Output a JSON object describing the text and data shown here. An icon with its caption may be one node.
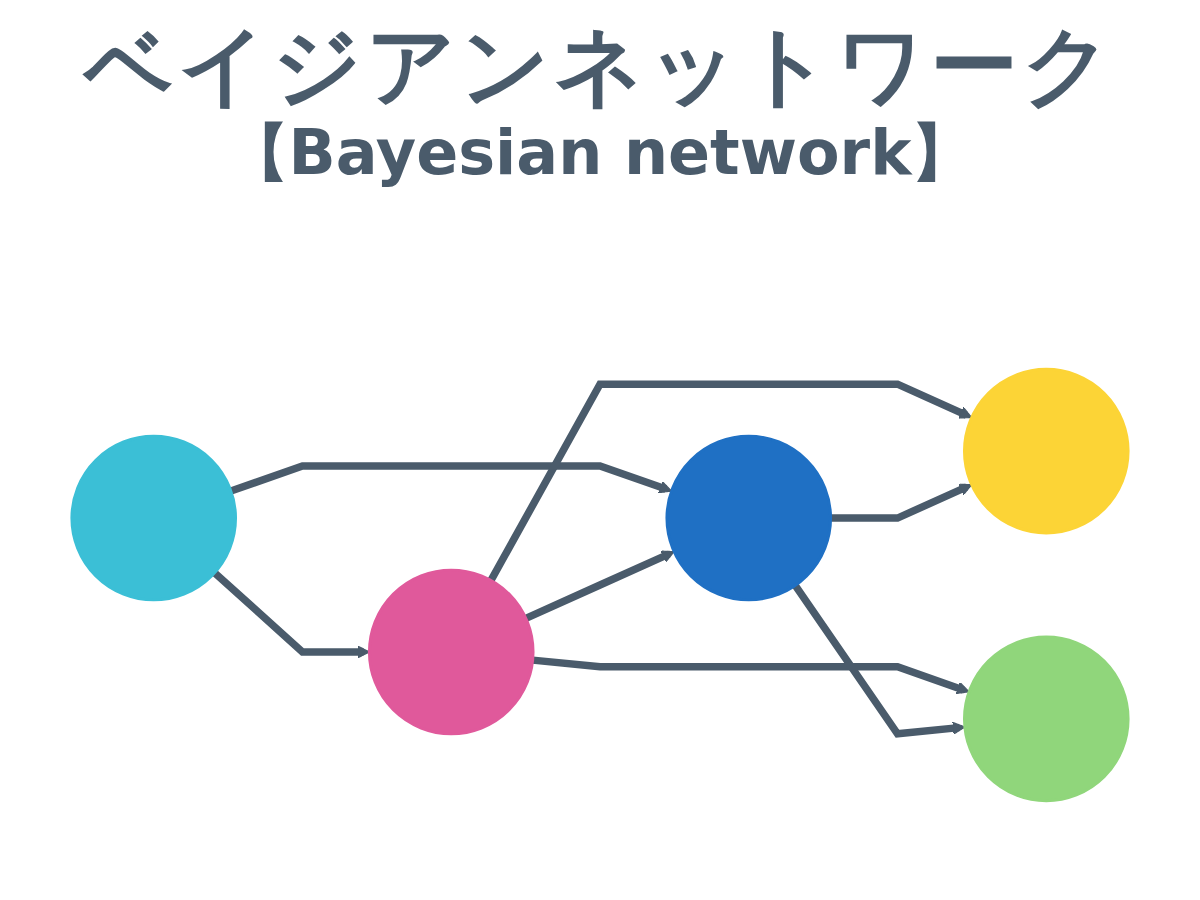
{
  "diagram": {
    "title": "ベイジアンネットワーク",
    "nodes": [
      {
        "text": [],
        "shape": "circle"
      },
      {
        "text": [],
        "shape": "circle"
      },
      {
        "text": [],
        "shape": "circle"
      },
      {
        "text": [],
        "shape": "circle"
      },
      {
        "text": [],
        "shape": "circle"
      }
    ],
    "edges": [
      {
        "from": 0,
        "to": 1,
        "arrow": "to"
      },
      {
        "from": 0,
        "to": 2,
        "arrow": "to"
      },
      {
        "from": 1,
        "to": 2,
        "arrow": "to"
      },
      {
        "from": 1,
        "to": 3,
        "arrow": "to"
      },
      {
        "from": 1,
        "to": 4,
        "arrow": "to"
      },
      {
        "from": 2,
        "to": 3,
        "arrow": "to"
      },
      {
        "from": 2,
        "to": 4,
        "arrow": "to"
      }
    ],
    "labels": [
      "【Bayesian network】"
    ]
  }
}
